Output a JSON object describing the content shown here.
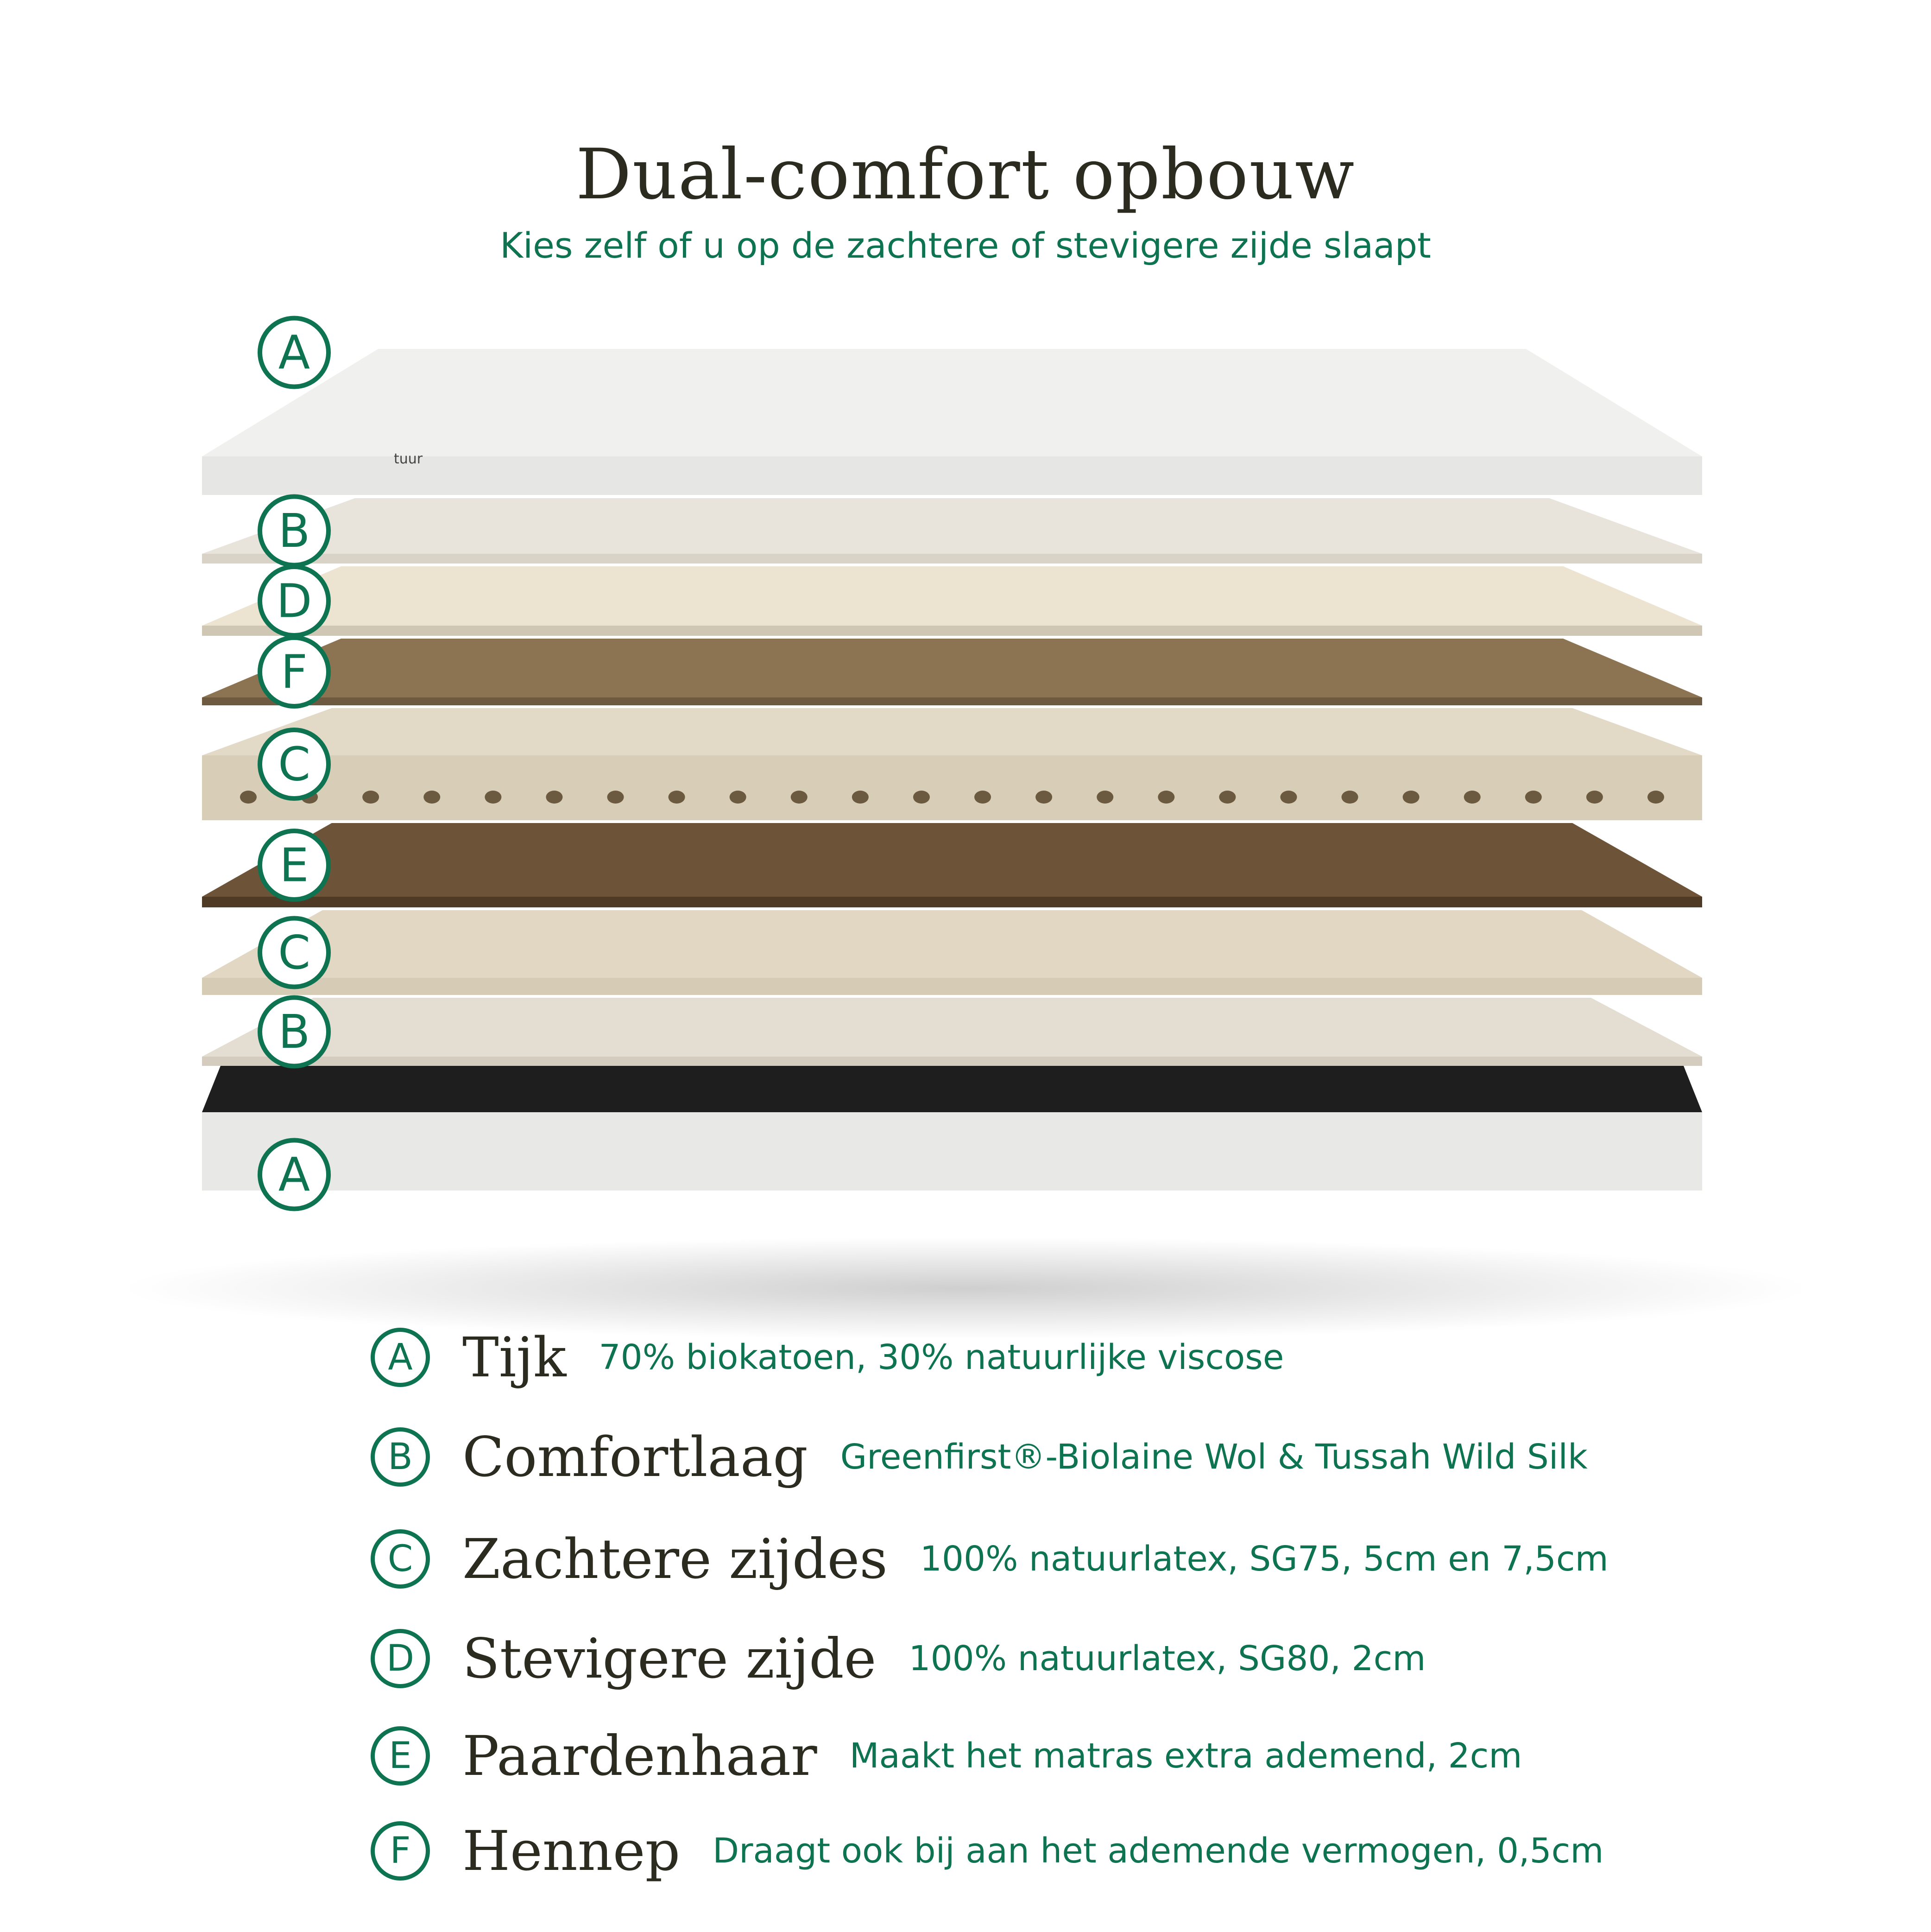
{
  "header": {
    "title": "Dual-comfort opbouw",
    "subtitle": "Kies zelf of u op de zachtere of stevigere zijde slaapt"
  },
  "colors": {
    "accent": "#0e7350",
    "title": "#2b2b1f"
  },
  "stack": {
    "layers": [
      "A",
      "B",
      "D",
      "F",
      "C",
      "E",
      "C",
      "B",
      "A"
    ],
    "label_logo": "tuur"
  },
  "legend": [
    {
      "letter": "A",
      "name": "Tijk",
      "description": "70% biokatoen, 30% natuurlijke viscose"
    },
    {
      "letter": "B",
      "name": "Comfortlaag",
      "description": "Greenfirst®-Biolaine Wol & Tussah Wild Silk"
    },
    {
      "letter": "C",
      "name": "Zachtere zijdes",
      "description": "100% natuurlatex, SG75, 5cm en 7,5cm"
    },
    {
      "letter": "D",
      "name": "Stevigere zijde",
      "description": "100% natuurlatex, SG80, 2cm"
    },
    {
      "letter": "E",
      "name": "Paardenhaar",
      "description": "Maakt het matras extra ademend, 2cm"
    },
    {
      "letter": "F",
      "name": "Hennep",
      "description": "Draagt ook bij aan het ademende vermogen, 0,5cm"
    }
  ]
}
